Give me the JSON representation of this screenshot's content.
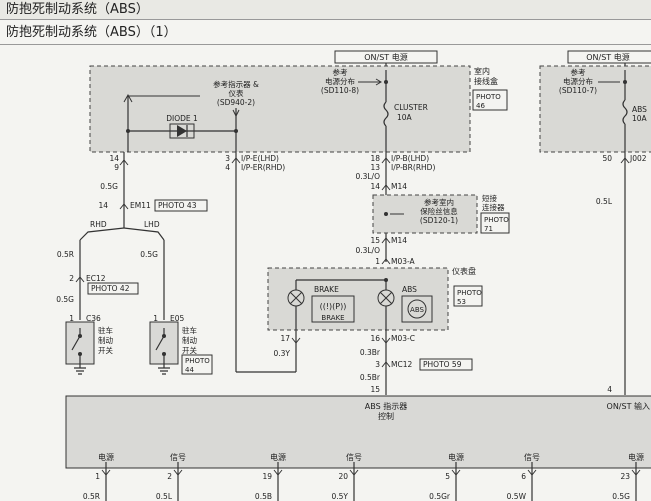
{
  "header": {
    "title": "防抱死制动系统（ABS）",
    "subtitle": "防抱死制动系统（ABS）（1）"
  },
  "power": {
    "on_st_left": "ON/ST 电源",
    "on_st_right": "ON/ST 电源",
    "on_st_input": "ON/ST 输入"
  },
  "fuse_box": {
    "title_l1": "室内",
    "title_l2": "接线盒",
    "photo_l1": "PHOTO",
    "photo_l2": "46",
    "ref_l1": "参考",
    "ref_l2": "电源分布",
    "ref_l3": "(SD110-8)",
    "fuse_name": "CLUSTER",
    "fuse_rating": "10A",
    "ref_indicator_l1": "参考指示器 &",
    "ref_indicator_l2": "仪表",
    "ref_indicator_l3": "(SD940-2)",
    "diode": "DIODE 1"
  },
  "right_box": {
    "ref_l1": "参考",
    "ref_l2": "电源分布",
    "ref_l3": "(SD110-7)",
    "fuse_name": "ABS",
    "fuse_rating": "10A",
    "pin": "50",
    "connector": "J002",
    "wire": "0.5L",
    "pin_bottom": "4"
  },
  "short_connector": {
    "title_l1": "短接",
    "title_l2": "连接器",
    "ref_l1": "参考室内",
    "ref_l2": "保险丝信息",
    "ref_l3": "(SD120-1)",
    "photo_l1": "PHOTO",
    "photo_l2": "71"
  },
  "cluster": {
    "title": "仪表盘",
    "brake": "BRAKE",
    "brake_symbol": "((!)(P))",
    "brake_text": "BRAKE",
    "abs": "ABS",
    "abs_symbol": "ABS",
    "photo_l1": "PHOTO",
    "photo_l2": "53"
  },
  "em11": {
    "pin": "14",
    "connector": "EM11",
    "photo": "PHOTO 43"
  },
  "ec12": {
    "pin": "2",
    "connector": "EC12",
    "photo": "PHOTO 42"
  },
  "switches": {
    "c36_pin": "1",
    "c36_name": "C36",
    "c36_l1": "驻车",
    "c36_l2": "制动",
    "c36_l3": "开关",
    "e05_pin": "1",
    "e05_name": "E05",
    "e05_l1": "驻车",
    "e05_l2": "制动",
    "e05_l3": "开关",
    "e05_photo_l1": "PHOTO",
    "e05_photo_l2": "44"
  },
  "labels": {
    "pin_14": "14",
    "pin_9": "9",
    "w_05g_a": "0.5G",
    "rhd": "RHD",
    "lhd": "LHD",
    "w_05r": "0.5R",
    "w_05g_b": "0.5G",
    "w_05g_c": "0.5G",
    "pin_3": "3",
    "pin_4": "4",
    "ipe_lhd": "I/P-E(LHD)",
    "iper_rhd": "I/P-ER(RHD)",
    "pin_18": "18",
    "pin_13": "13",
    "ipb_lhd": "I/P-B(LHD)",
    "ipbr_rhd": "I/P-BR(RHD)",
    "w_03lo_a": "0.3L/O",
    "pin_14b": "14",
    "m14_a": "M14",
    "pin_15": "15",
    "m14_b": "M14",
    "w_03lo_b": "0.3L/O",
    "pin_1": "1",
    "m03a": "M03-A",
    "pin_17": "17",
    "w_03y": "0.3Y",
    "pin_16": "16",
    "m03c": "M03-C",
    "w_03br": "0.3Br",
    "pin_3b": "3",
    "mc12": "MC12",
    "photo_59": "PHOTO 59",
    "w_05br": "0.5Br",
    "pin_15b": "15"
  },
  "controller": {
    "title_l1": "ABS 指示器",
    "title_l2": "控制",
    "ports": [
      {
        "label": "电源",
        "pin": "1",
        "wire": "0.5R"
      },
      {
        "label": "信号",
        "pin": "2",
        "wire": "0.5L"
      },
      {
        "label": "电源",
        "pin": "19",
        "wire": "0.5B"
      },
      {
        "label": "信号",
        "pin": "20",
        "wire": "0.5Y"
      },
      {
        "label": "电源",
        "pin": "5",
        "wire": "0.5Gr"
      },
      {
        "label": "信号",
        "pin": "6",
        "wire": "0.5W"
      },
      {
        "label": "电源",
        "pin": "23",
        "wire": "0.5G"
      }
    ]
  }
}
